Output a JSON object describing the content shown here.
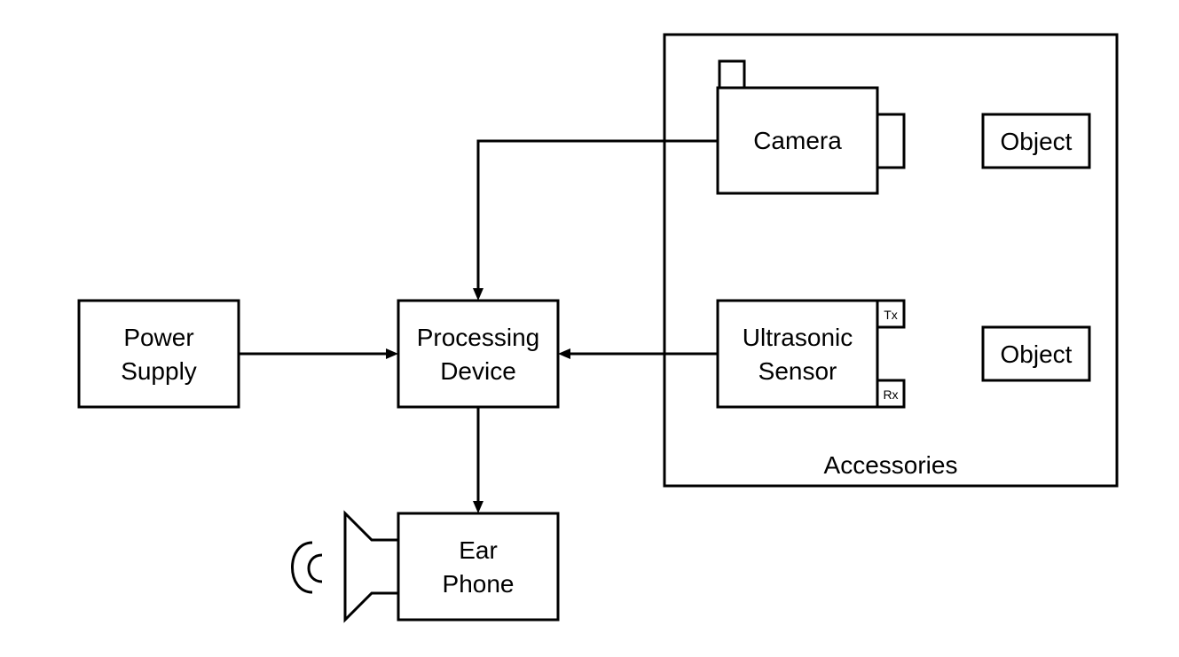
{
  "diagram": {
    "power_supply": {
      "line1": "Power",
      "line2": "Supply"
    },
    "processing_device": {
      "line1": "Processing",
      "line2": "Device"
    },
    "ear_phone": {
      "line1": "Ear",
      "line2": "Phone"
    },
    "camera": {
      "label": "Camera"
    },
    "ultrasonic_sensor": {
      "line1": "Ultrasonic",
      "line2": "Sensor",
      "tx": "Tx",
      "rx": "Rx"
    },
    "object_top": {
      "label": "Object"
    },
    "object_bottom": {
      "label": "Object"
    },
    "accessories": {
      "label": "Accessories"
    }
  },
  "colors": {
    "stroke": "#000000",
    "background": "#ffffff"
  }
}
